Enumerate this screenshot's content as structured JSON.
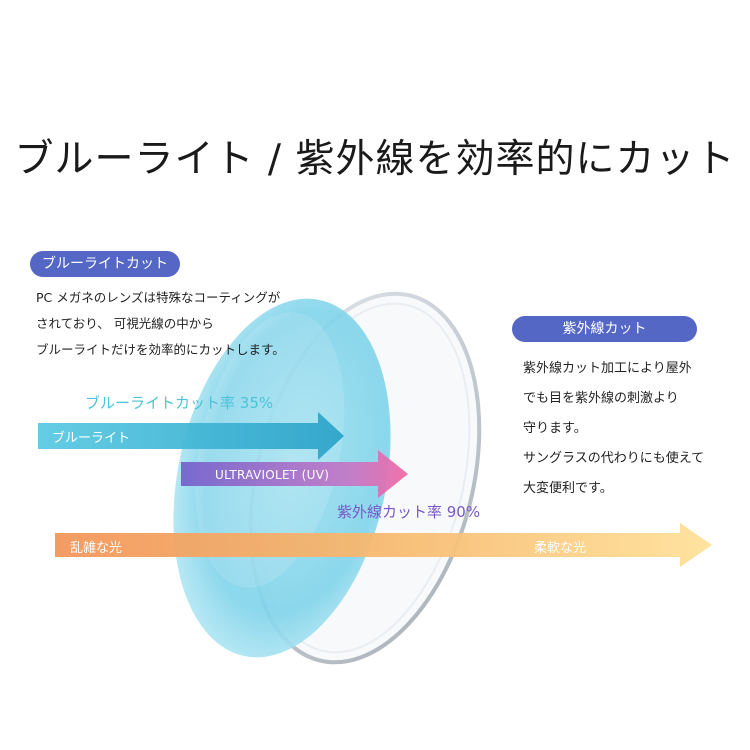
{
  "title": "ブルーライト / 紫外線を効率的にカット",
  "blue_section": {
    "badge": "ブルーライトカット",
    "lines": [
      "PC メガネのレンズは特殊なコーティングが",
      "されており、 可視光線の中から",
      "ブルーライトだけを効率的にカットします。"
    ]
  },
  "uv_section": {
    "badge": "紫外線カット",
    "lines": [
      "紫外線カット加工により屋外",
      "でも目を紫外線の刺激より",
      "守ります。",
      "サングラスの代わりにも使えて",
      "大変便利です。"
    ]
  },
  "diagram": {
    "blue_rate": "ブルーライトカット率 35%",
    "blue_light_label": "ブルーライト",
    "uv_label": "ULTRAVIOLET (UV)",
    "uv_rate": "紫外線カット率 90%",
    "chaotic_label": "乱雑な光",
    "soft_label": "柔軟な光"
  },
  "colors": {
    "badge": "#5567c4",
    "lens_blue": "#7fd3ea",
    "blue_arrow": "#3cb6d6",
    "uv_arrow_start": "#7f6ccf",
    "uv_arrow_end": "#f06aa8",
    "light_arrow_start": "#f29a52",
    "light_arrow_end": "#ffdc8a"
  }
}
